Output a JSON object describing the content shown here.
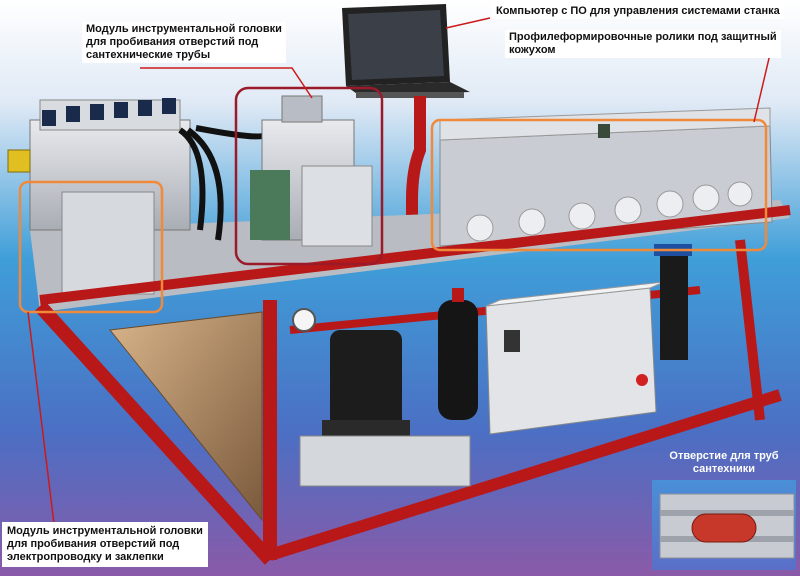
{
  "labels": {
    "top_left": [
      "Модуль инструментальной головки",
      "для пробивания отверстий под",
      "сантехнические трубы"
    ],
    "top_right_1": "Компьютер с ПО для управления системами станка",
    "top_right_2": [
      "Профилеформировочные ролики под защитный",
      "кожухом"
    ],
    "bottom_left": [
      "Модуль инструментальной головки",
      "для пробивания отверстий под",
      "электропроводку и заклепки"
    ],
    "inset_caption": [
      "Отверстие для труб",
      "сантехники"
    ]
  },
  "colors": {
    "background_top": "#f2f4f8",
    "background_bottom": "#8a5aa8",
    "frame_red": "#b81818",
    "highlight_orange": "#f08a3a",
    "highlight_darkred": "#9a1a2a",
    "leader_line": "#cc1a1a"
  }
}
